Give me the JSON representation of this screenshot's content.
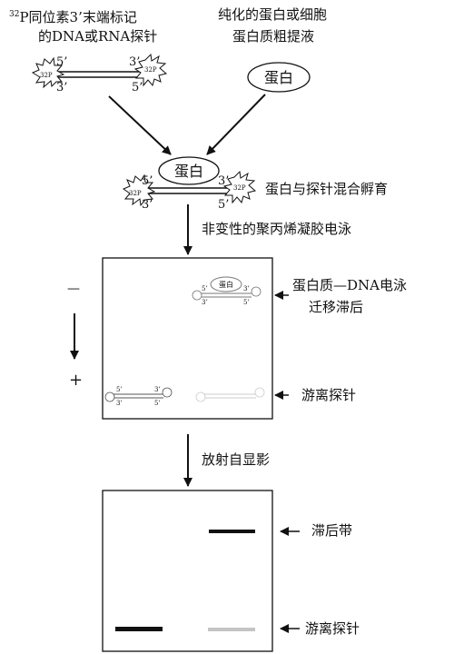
{
  "probe": {
    "title_prefix": "32",
    "title_line1_rest": "P同位素3’末端标记",
    "title_line2": "的DNA或RNA探针",
    "five_prime": "5’",
    "three_prime": "3’",
    "label_32p": "32P"
  },
  "protein_source": {
    "line1": "纯化的蛋白或细胞",
    "line2": "蛋白质粗提液",
    "protein_label": "蛋白"
  },
  "incubation": {
    "protein_label": "蛋白",
    "caption": "蛋白与探针混合孵育"
  },
  "electrophoresis": {
    "caption": "非变性的聚丙烯凝胶电泳",
    "minus": "—",
    "plus": "+",
    "gel_protein_label": "蛋白",
    "shift_label_line1": "蛋白质—DNA电泳",
    "shift_label_line2": "迁移滞后",
    "free_probe_label": "游离探针"
  },
  "autoradiography": {
    "caption": "放射自显影",
    "shift_band_label": "滞后带",
    "free_probe_label": "游离探针"
  },
  "colors": {
    "line": "#111111",
    "faint": "#bbbbbb",
    "background": "#ffffff"
  }
}
